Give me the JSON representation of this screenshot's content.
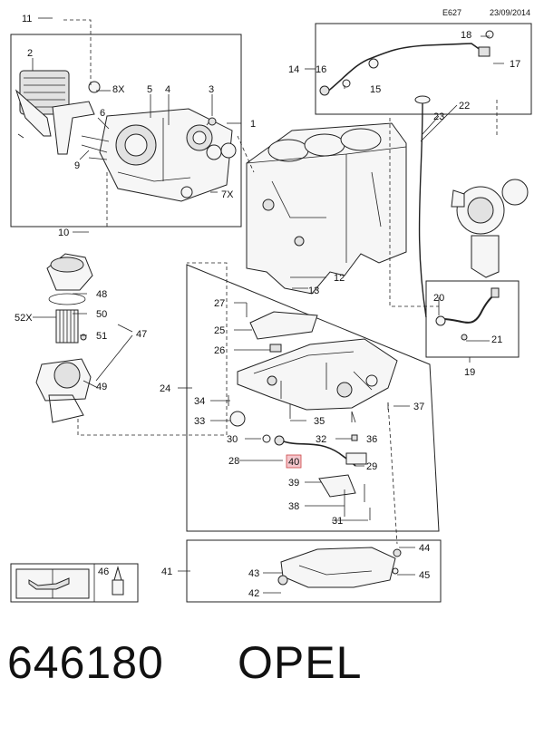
{
  "header": {
    "code": "E627",
    "date": "23/09/2014"
  },
  "callouts": [
    "11",
    "2",
    "8X",
    "5",
    "4",
    "3",
    "1",
    "6",
    "9",
    "7X",
    "10",
    "14",
    "16",
    "15",
    "18",
    "17",
    "22",
    "23",
    "12",
    "13",
    "27",
    "25",
    "26",
    "24",
    "34",
    "33",
    "35",
    "36",
    "37",
    "30",
    "32",
    "28",
    "40",
    "29",
    "39",
    "38",
    "31",
    "41",
    "43",
    "42",
    "44",
    "45",
    "46",
    "48",
    "52X",
    "50",
    "51",
    "47",
    "49",
    "20",
    "21",
    "19"
  ],
  "footer": {
    "part_number": "646180",
    "brand": "OPEL"
  }
}
